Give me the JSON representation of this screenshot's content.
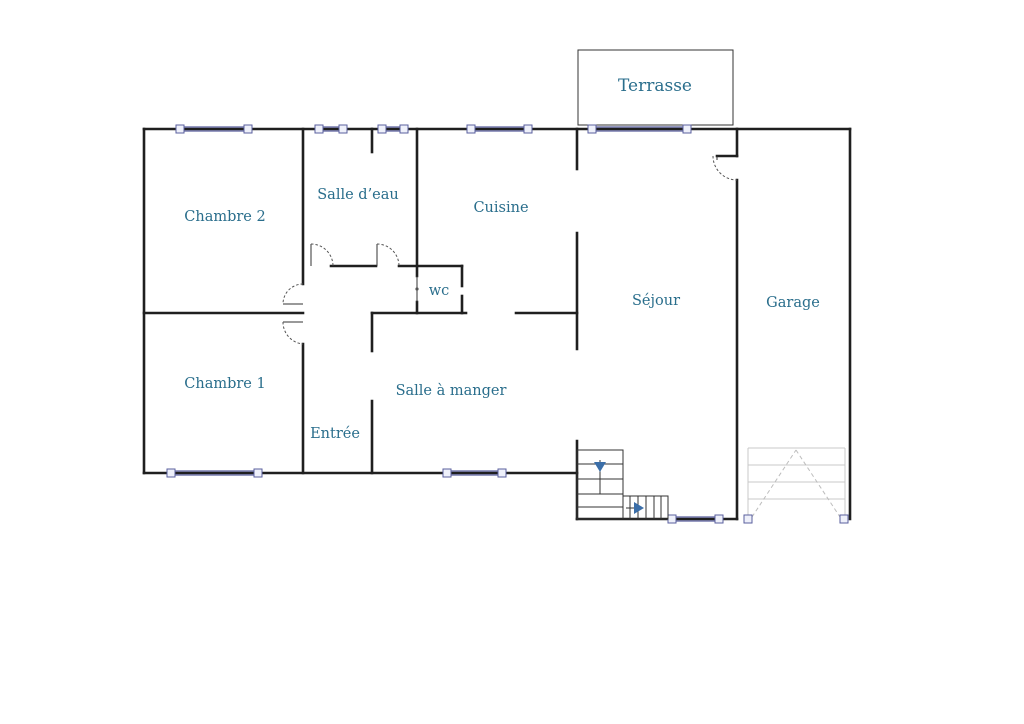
{
  "colors": {
    "wall": "#1f1f1f",
    "label": "#2a6e8c",
    "window": "#5a5f9e",
    "background": "#ffffff"
  },
  "rooms": {
    "terrasse": "Terrasse",
    "chambre2": "Chambre 2",
    "salle_eau": "Salle d’eau",
    "cuisine": "Cuisine",
    "wc": "wc",
    "sejour": "Séjour",
    "garage": "Garage",
    "chambre1": "Chambre 1",
    "salle_manger": "Salle à manger",
    "entree": "Entrée"
  }
}
